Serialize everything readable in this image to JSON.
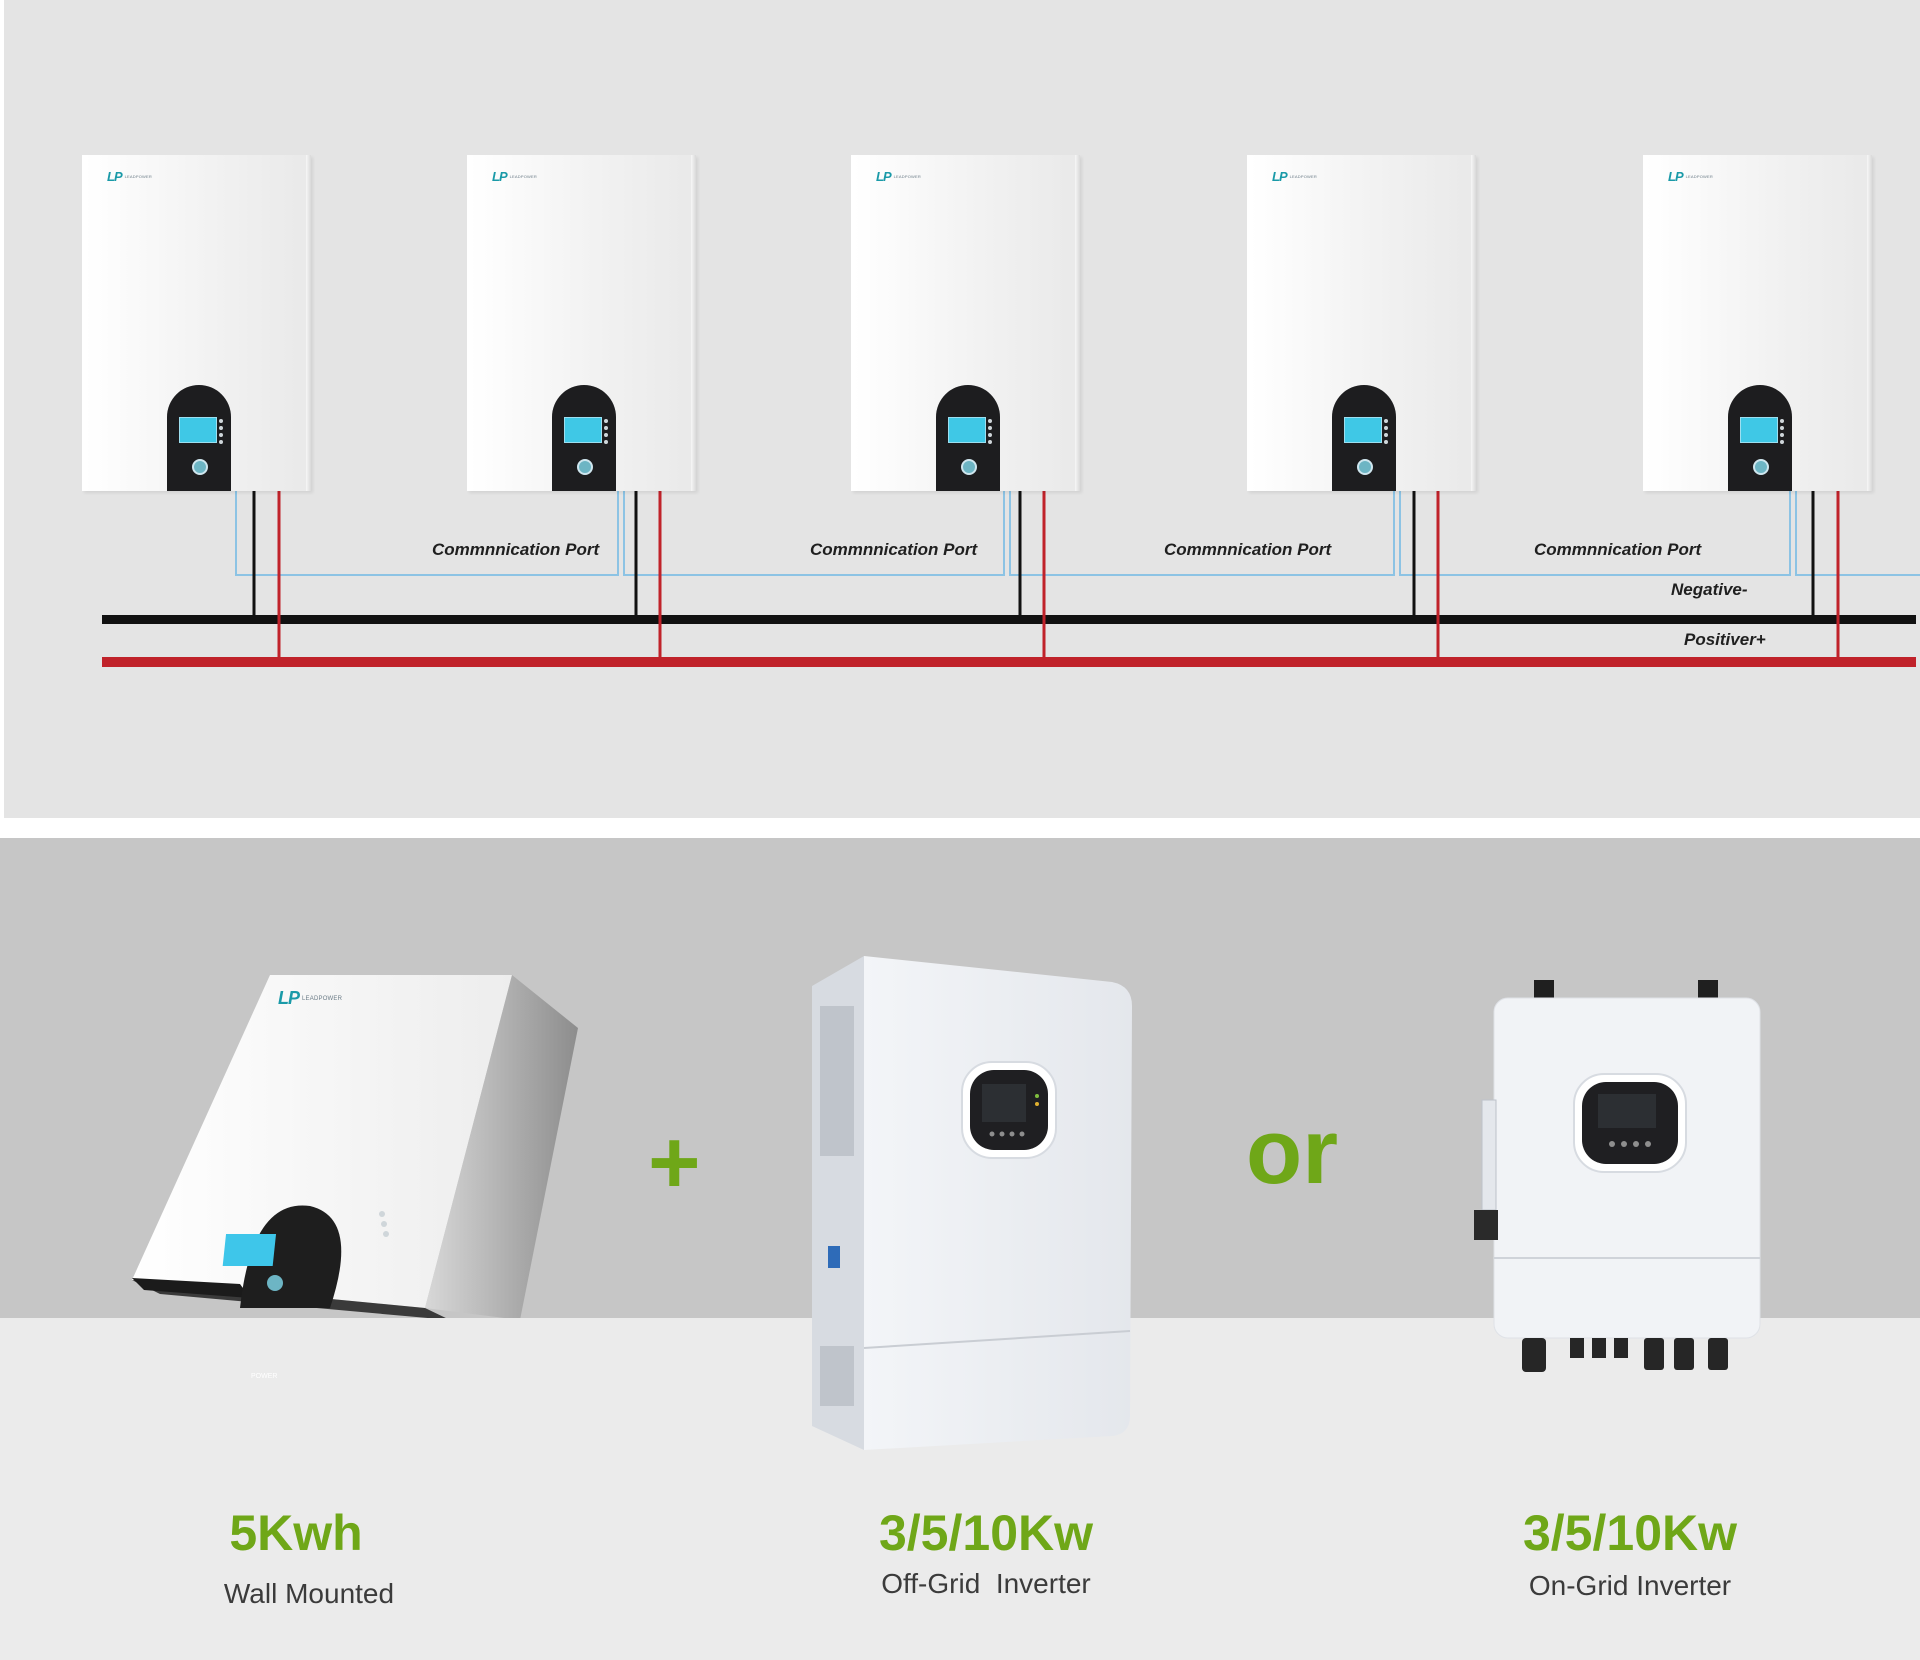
{
  "top": {
    "brand_mark": "LP",
    "brand_name": "LEADPOWER",
    "comm_label": "Commnnication Port",
    "negative_label": "Negative-",
    "positive_label": "Positiver+"
  },
  "bottom": {
    "plus_symbol": "+",
    "or_word": "or",
    "products": [
      {
        "title": "5Kwh",
        "subtitle": "Wall Mounted"
      },
      {
        "title": "3/5/10Kw",
        "subtitle": "Off-Grid  Inverter"
      },
      {
        "title": "3/5/10Kw",
        "subtitle": "On-Grid Inverter"
      }
    ],
    "battery_power_label": "POWER"
  },
  "colors": {
    "accent_green": "#6fa718",
    "negative_wire": "#111111",
    "positive_wire": "#c0222a",
    "comm_wire": "#8cc3e4",
    "brand_teal": "#1a9aa8"
  }
}
